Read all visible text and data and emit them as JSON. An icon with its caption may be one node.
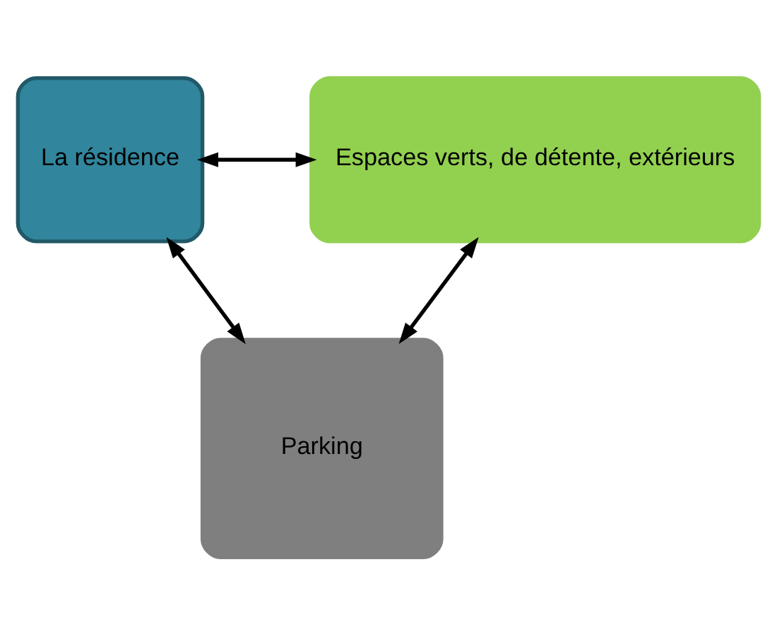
{
  "diagram": {
    "nodes": [
      {
        "text": [
          "La résidence"
        ]
      },
      {
        "text": [
          "Espaces verts, de détente, extérieurs"
        ]
      },
      {
        "text": [
          "Parking"
        ]
      }
    ],
    "edges": [
      {
        "from": 0,
        "to": 1,
        "arrow": "both"
      },
      {
        "from": 0,
        "to": 2,
        "arrow": "both"
      },
      {
        "from": 1,
        "to": 2,
        "arrow": "both"
      }
    ]
  }
}
